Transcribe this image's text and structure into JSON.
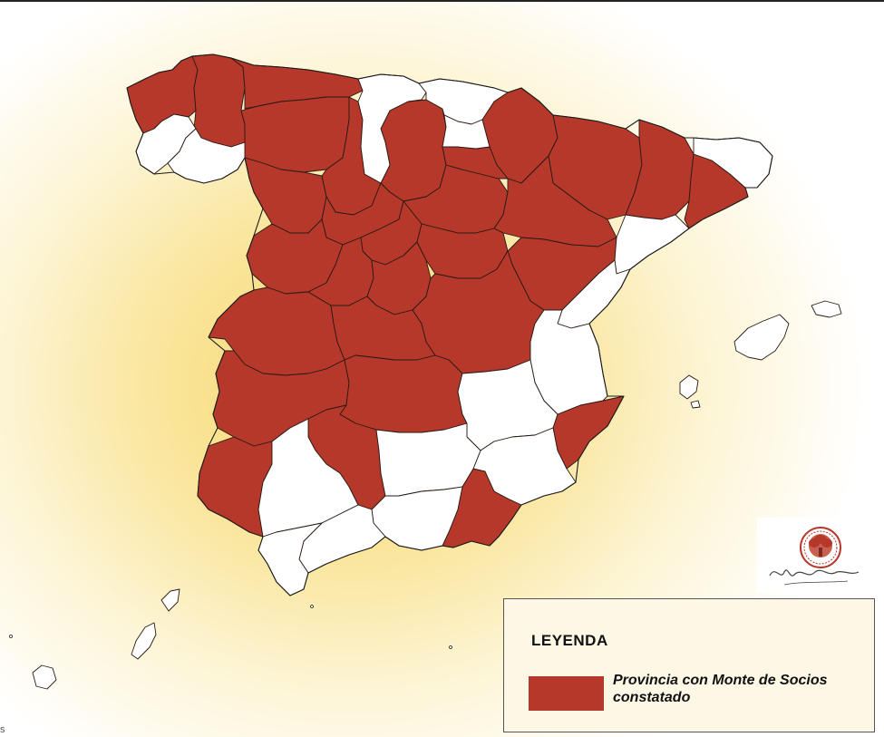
{
  "colors": {
    "with_monte": "#b5382a",
    "without_monte": "#ffffff",
    "border": "#2a1a14",
    "background_center": "#f6d56a",
    "background_edge": "#ffffff"
  },
  "legend": {
    "title": "LEYENDA",
    "items": [
      {
        "label": "Provincia con Monte de Socios constatado",
        "color": "#b5382a"
      }
    ]
  },
  "logo": {
    "name": "Monte de Socios",
    "icon": "tree-seal-icon"
  },
  "corner_mark": "s"
}
